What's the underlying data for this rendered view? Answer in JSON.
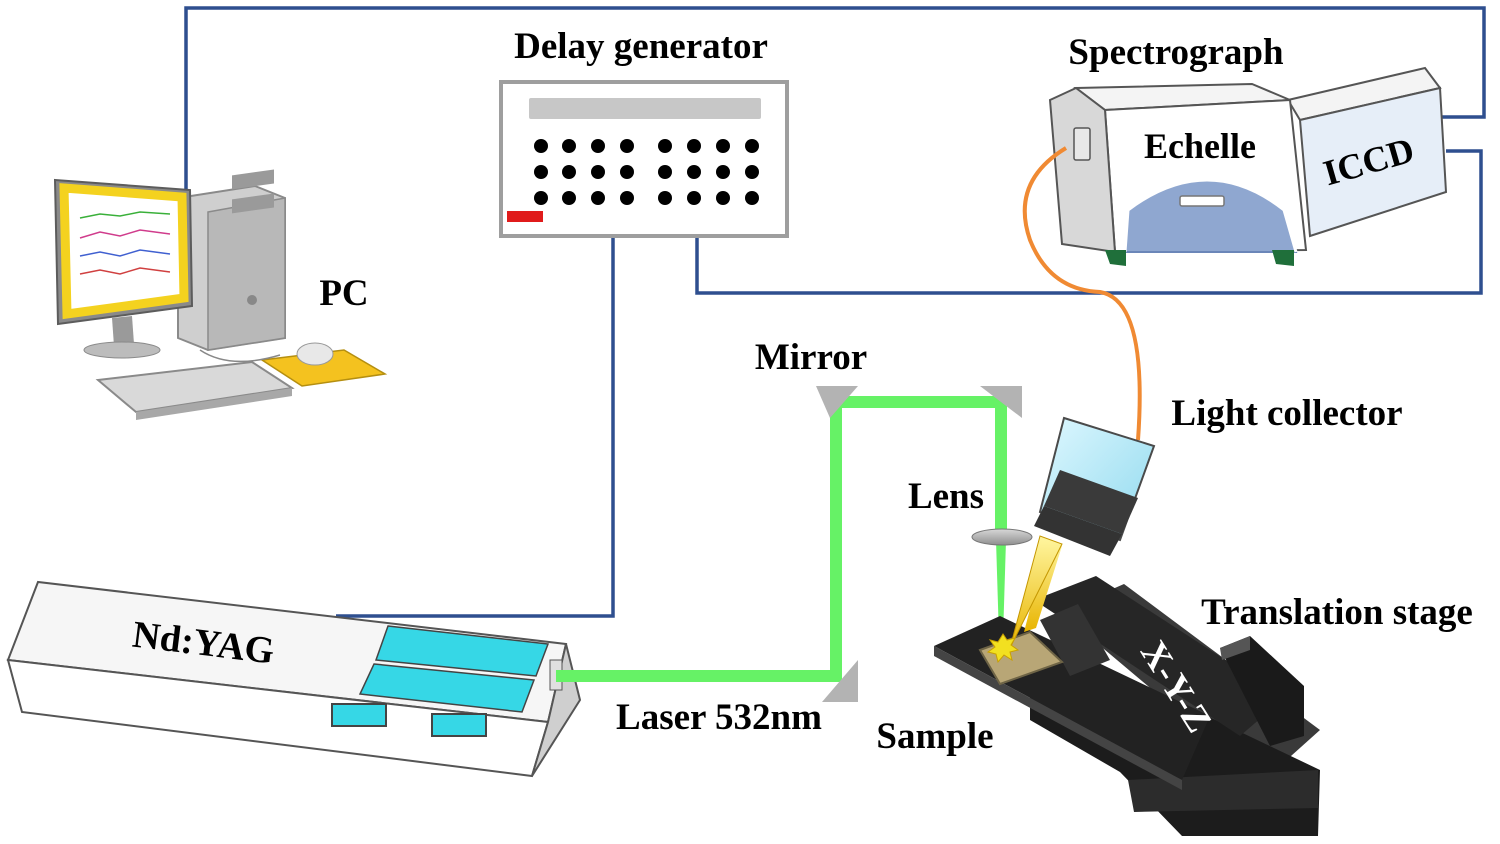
{
  "labels": {
    "delay_generator": "Delay generator",
    "spectrograph": "Spectrograph",
    "echelle": "Echelle",
    "iccd": "ICCD",
    "pc": "PC",
    "mirror": "Mirror",
    "light_collector": "Light collector",
    "lens": "Lens",
    "translation_stage": "Translation stage",
    "nd_yag": "Nd:YAG",
    "laser": "Laser 532nm",
    "sample": "Sample",
    "xyz": "X-Y-Z"
  },
  "colors": {
    "cable": "#2e4f8f",
    "laser_beam": "#66f266",
    "fiber": "#f08a33",
    "stage": "#2a2a2a",
    "screen_glow": "#f4d21f",
    "panel_cyan": "#36d7e6"
  }
}
